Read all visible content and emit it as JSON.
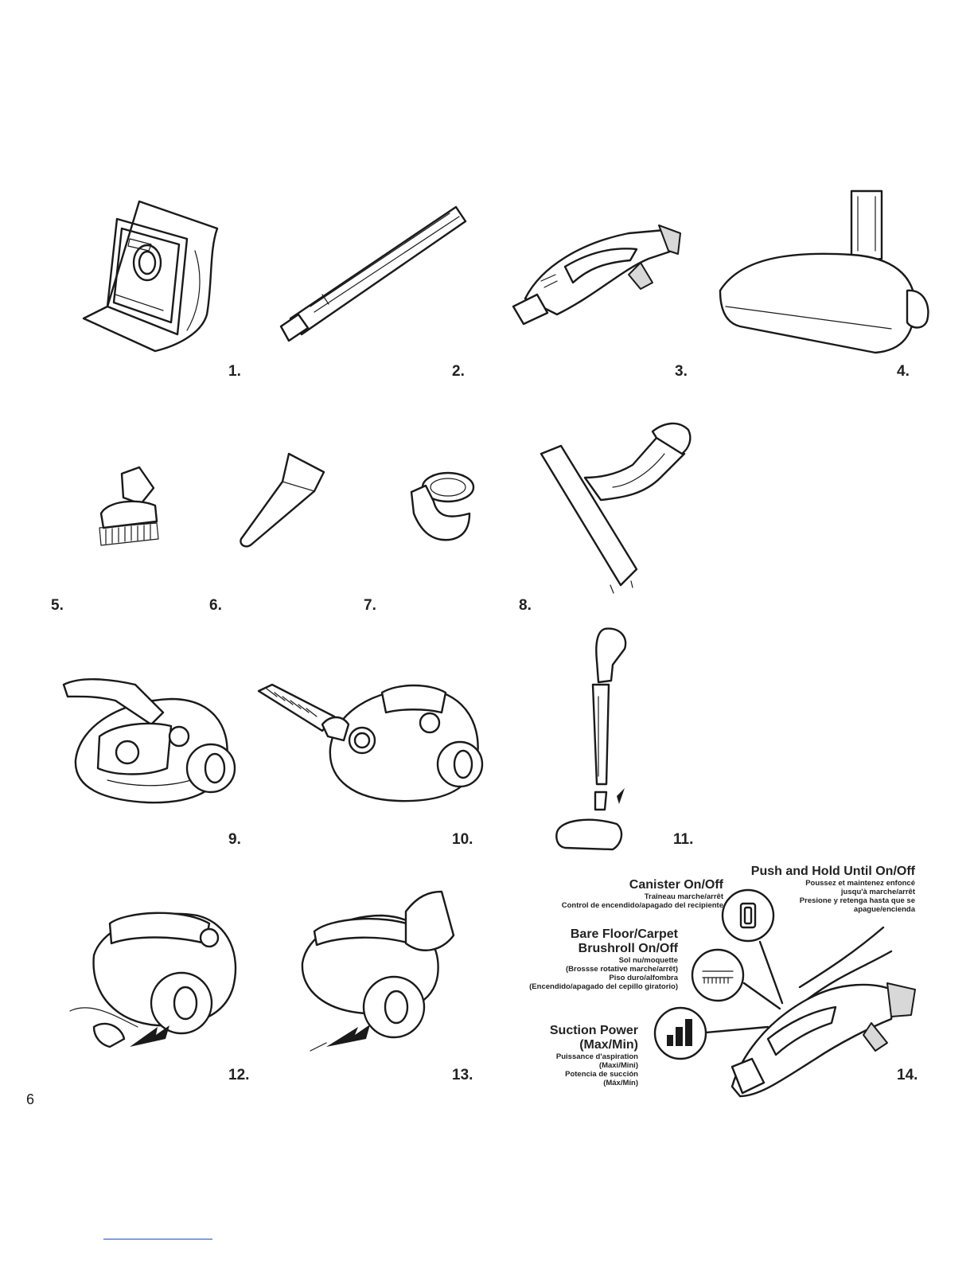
{
  "page_number": "6",
  "figure_numbers": [
    "1.",
    "2.",
    "3.",
    "4.",
    "5.",
    "6.",
    "7.",
    "8.",
    "9.",
    "10.",
    "11.",
    "12.",
    "13.",
    "14."
  ],
  "labels": {
    "push_hold": {
      "heading": "Push and Hold Until On/Off",
      "lines": [
        "Poussez et maintenez enfoncé",
        "jusqu'à marche/arrêt",
        "Presione y retenga hasta que se",
        "apague/encienda"
      ]
    },
    "canister": {
      "heading": "Canister On/Off",
      "lines": [
        "Traîneau marche/arrêt",
        "Control de encendido/apagado del recipiente"
      ]
    },
    "brushroll": {
      "heading_1": "Bare Floor/Carpet",
      "heading_2": "Brushroll On/Off",
      "lines": [
        "Sol nu/moquette",
        "(Brossse rotative marche/arrêt)",
        "Piso duro/alfombra",
        "(Encendido/apagado del cepillo giratorio)"
      ]
    },
    "suction": {
      "heading_1": "Suction Power",
      "heading_2": "(Max/Min)",
      "lines": [
        "Puissance d'aspiration",
        "(Maxi/Mini)",
        "Potencia de succión",
        "(Máx/Mín)"
      ]
    }
  },
  "icons": [
    "dust-bag",
    "wand",
    "hose-handle",
    "power-nozzle",
    "dusting-brush",
    "crevice-tool",
    "upholstery-tool",
    "floor-tool",
    "canister-open-lid",
    "canister-hose-connect",
    "assembly",
    "cord-pull",
    "cord-rewind",
    "handle-controls"
  ]
}
